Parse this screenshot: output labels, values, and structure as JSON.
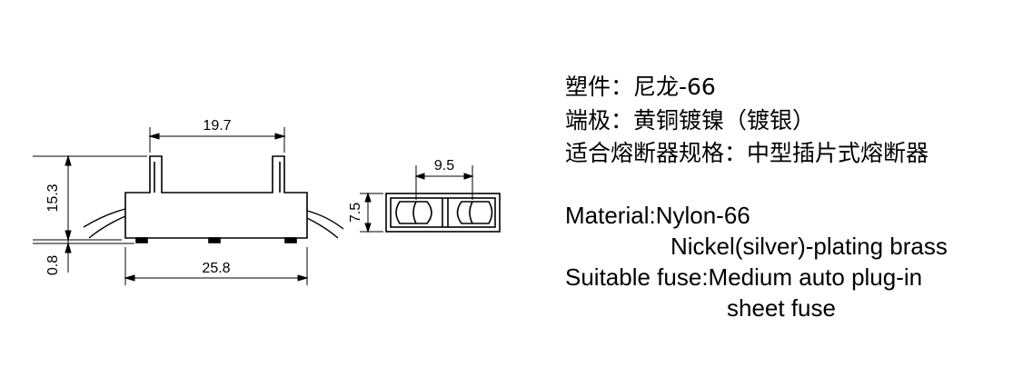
{
  "dimensions": {
    "top_width": "19.7",
    "height": "15.3",
    "base_offset": "0.8",
    "bottom_width": "25.8",
    "end_width": "9.5",
    "end_height": "7.5"
  },
  "specs_zh": {
    "material": "塑件：尼龙-66",
    "terminal": "端极：黄铜镀镍（镀银）",
    "fuse": "适合熔断器规格：中型插片式熔断器"
  },
  "specs_en": {
    "material": "Material:Nylon-66",
    "terminal": "Nickel(silver)-plating brass",
    "fuse": "Suitable fuse:Medium auto plug-in",
    "fuse_cont": "sheet fuse"
  }
}
